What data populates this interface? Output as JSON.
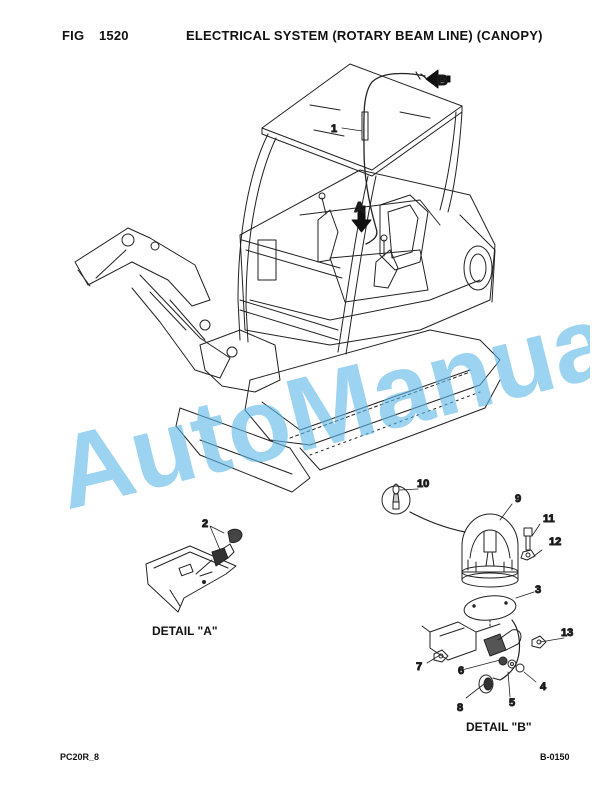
{
  "header": {
    "fig_label": "FIG",
    "fig_number": "1520",
    "title": "ELECTRICAL SYSTEM (ROTARY BEAM LINE) (CANOPY)"
  },
  "callouts": {
    "n1": "1",
    "n2": "2",
    "n3": "3",
    "n4": "4",
    "n5": "5",
    "n6": "6",
    "n7": "7",
    "n8": "8",
    "n9": "9",
    "n10": "10",
    "n11": "11",
    "n12": "12",
    "n13": "13",
    "a": "A",
    "b": "B"
  },
  "details": {
    "a": "DETAIL \"A\"",
    "b": "DETAIL \"B\""
  },
  "footer": {
    "model": "PC20R_8",
    "page_ref": "B-0150"
  },
  "watermark": {
    "text": "AutoManual",
    "color": "#5fb8e6"
  }
}
